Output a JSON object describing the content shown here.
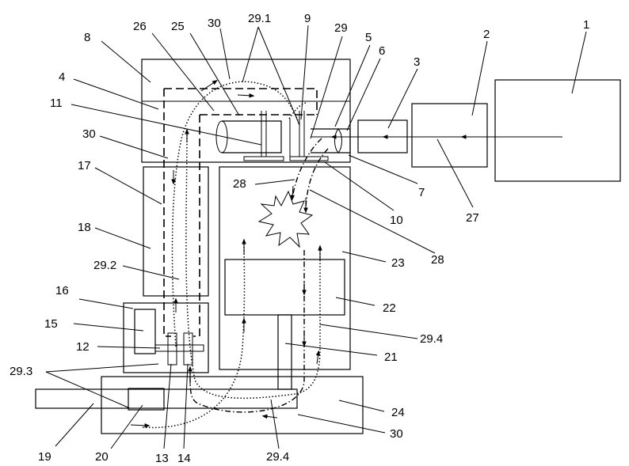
{
  "labels": {
    "l1": "1",
    "l2": "2",
    "l3": "3",
    "l4": "4",
    "l5": "5",
    "l6": "6",
    "l7": "7",
    "l8": "8",
    "l9": "9",
    "l10": "10",
    "l11": "11",
    "l12": "12",
    "l13": "13",
    "l14": "14",
    "l15": "15",
    "l16": "16",
    "l17": "17",
    "l18": "18",
    "l19": "19",
    "l20": "20",
    "l21": "21",
    "l22": "22",
    "l23": "23",
    "l24": "24",
    "l25": "25",
    "l26": "26",
    "l27": "27",
    "l28a": "28",
    "l28b": "28",
    "l29_1": "29.1",
    "l29": "29",
    "l29_2": "29.2",
    "l29_3": "29.3",
    "l29_4a": "29.4",
    "l29_4b": "29.4",
    "l30a": "30",
    "l30b": "30",
    "l30c": "30"
  }
}
